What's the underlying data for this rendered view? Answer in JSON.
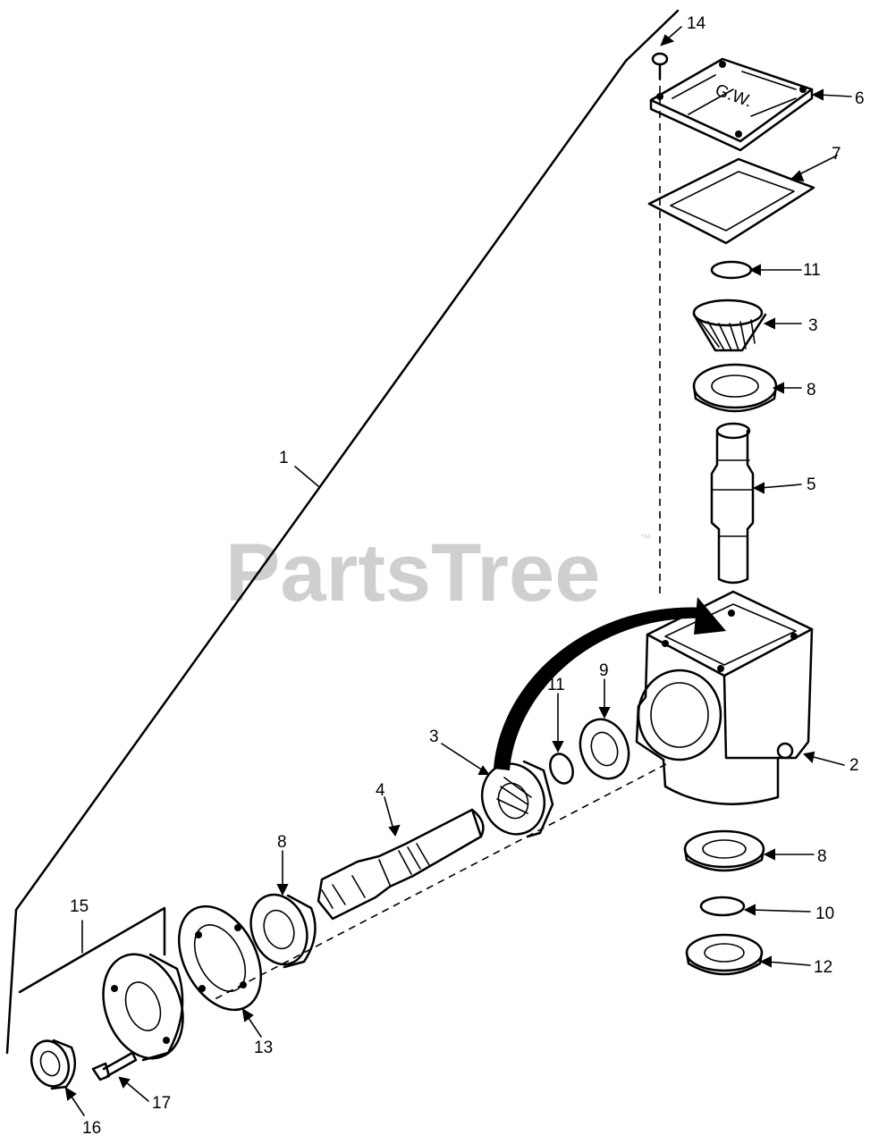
{
  "watermark": {
    "text": "PartsTree",
    "tm": "™"
  },
  "callouts": {
    "c1": "1",
    "c2": "2",
    "c3a": "3",
    "c3b": "3",
    "c4": "4",
    "c5": "5",
    "c6": "6",
    "c7": "7",
    "c8a": "8",
    "c8b": "8",
    "c8c": "8",
    "c9": "9",
    "c10": "10",
    "c11a": "11",
    "c11b": "11",
    "c12": "12",
    "c13": "13",
    "c14": "14",
    "c15": "15",
    "c16": "16",
    "c17": "17"
  },
  "cover_mark": "G.W."
}
